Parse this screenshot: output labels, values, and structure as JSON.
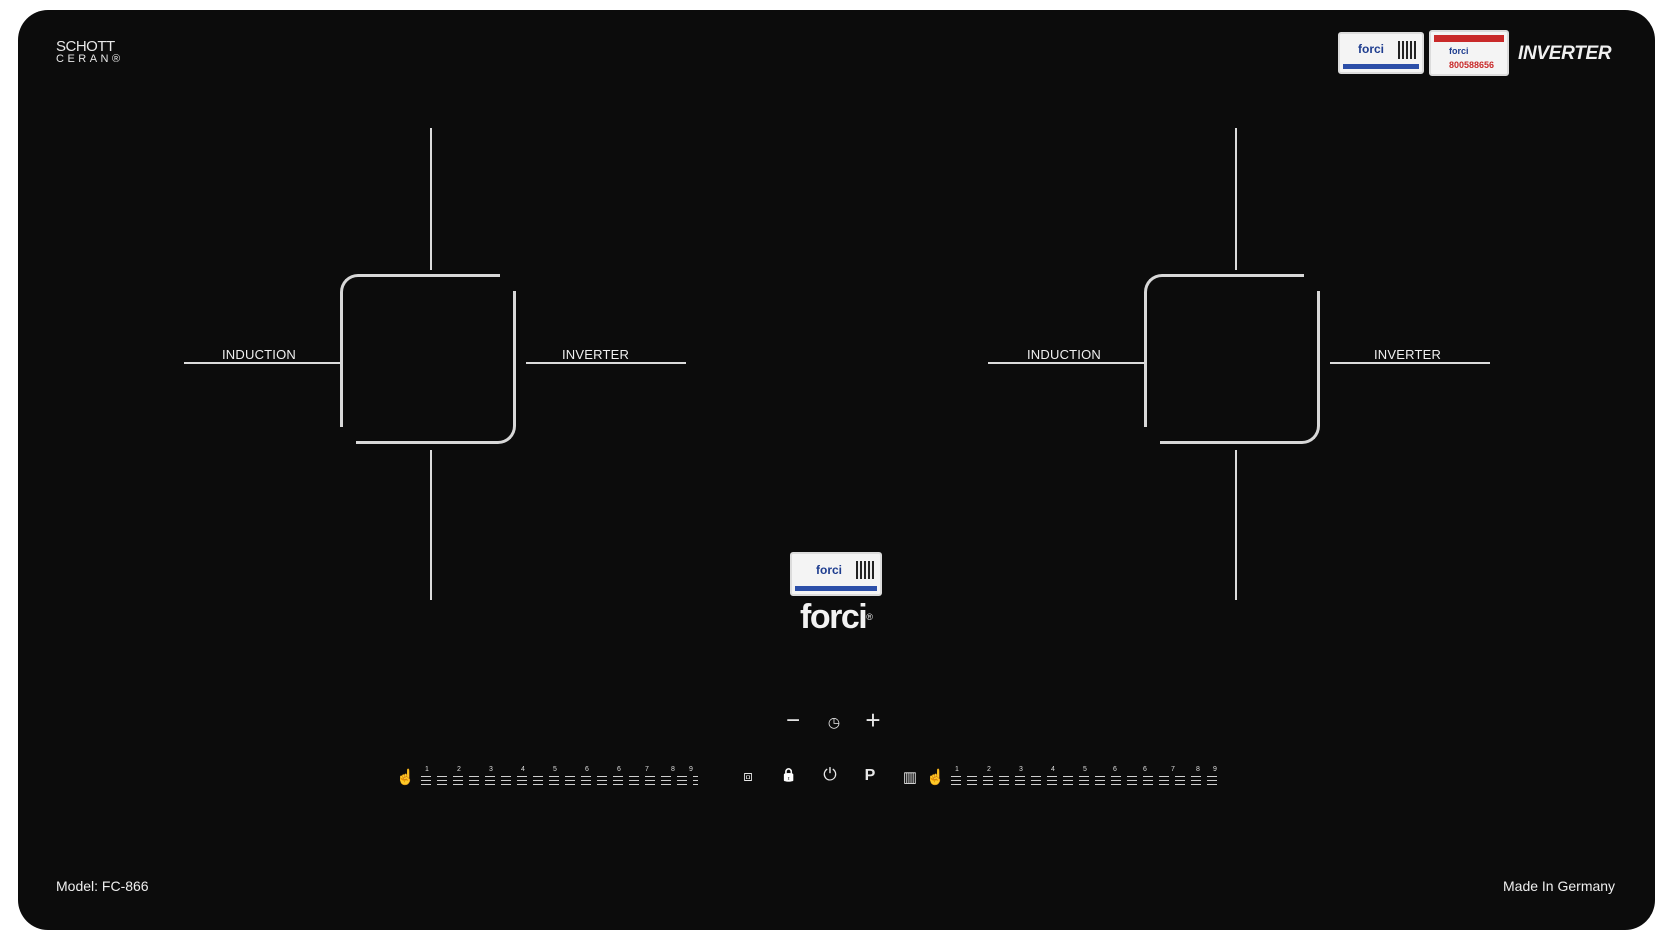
{
  "brand": {
    "schott_line1": "SCHOTT",
    "schott_line2": "CERAN®",
    "inverter_logo": "INVERTER"
  },
  "stickers": {
    "top_left_brand": "forci",
    "top_right_brand": "forci",
    "top_right_phone": "800588656",
    "center_brand": "forci"
  },
  "zones": [
    {
      "left_label": "INDUCTION",
      "right_label": "INVERTER"
    },
    {
      "left_label": "INDUCTION",
      "right_label": "INVERTER"
    }
  ],
  "logo": {
    "text": "forci",
    "mark": "®"
  },
  "timer_controls": {
    "minus": "−",
    "timer_icon": "◷",
    "plus": "+"
  },
  "sliders": {
    "left": {
      "numbers": [
        "1",
        "2",
        "3",
        "4",
        "5",
        "6",
        "6",
        "7",
        "8",
        "9"
      ]
    },
    "right": {
      "numbers": [
        "1",
        "2",
        "3",
        "4",
        "5",
        "6",
        "6",
        "7",
        "8",
        "9"
      ]
    }
  },
  "control_buttons": {
    "boost_icon": "⧈",
    "lock_icon": "🔒",
    "power_icon": "⏻",
    "p_label": "P",
    "menu_icon": "▥"
  },
  "footer": {
    "model": "Model: FC-866",
    "origin": "Made In Germany"
  },
  "colors": {
    "glass": "#0c0c0c",
    "print": "#dcdcdc",
    "sticker_blue": "#2c4fa8",
    "sticker_red": "#c92a2a"
  }
}
